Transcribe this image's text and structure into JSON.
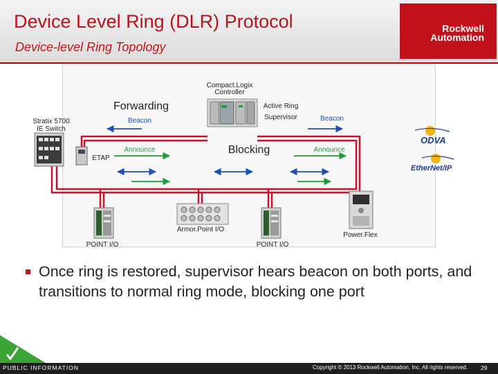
{
  "header": {
    "title": "Device Level Ring (DLR) Protocol",
    "subtitle": "Device-level Ring Topology",
    "logo_line1": "Rockwell",
    "logo_line2": "Automation"
  },
  "diagram": {
    "controller_label_line1": "Compact.Logix",
    "controller_label_line2": "Controller",
    "forwarding_label": "Forwarding",
    "blocking_label": "Blocking",
    "switch_label_line1": "Stratix 5700",
    "switch_label_line2": "IE Switch",
    "etap_label": "ETAP",
    "beacon_left": "Beacon",
    "beacon_right": "Beacon",
    "announce_left": "Announce",
    "announce_right": "Announce",
    "supervisor_line1": "Active Ring",
    "supervisor_line2": "Supervisor",
    "point_io_left": "POINT I/O",
    "armor_point": "Armor.Point I/O",
    "point_io_right": "POINT I/O",
    "powerflex": "Power.Flex",
    "odva_logo_icon": "odva-logo-icon",
    "ethernetip_logo_icon": "ethernetip-logo-icon"
  },
  "bullet": {
    "text": "Once ring is restored, supervisor hears beacon on both ports, and transitions to normal ring mode, blocking one port"
  },
  "footer": {
    "classification": "PUBLIC INFORMATION",
    "copyright": "Copyright © 2013 Rockwell Automation, Inc. All rights reserved.",
    "page": "29"
  },
  "colors": {
    "brand_red": "#c1121c",
    "ring_red": "#c8102e",
    "arrow_green": "#1f9a3a",
    "arrow_blue": "#1f4fb5"
  }
}
